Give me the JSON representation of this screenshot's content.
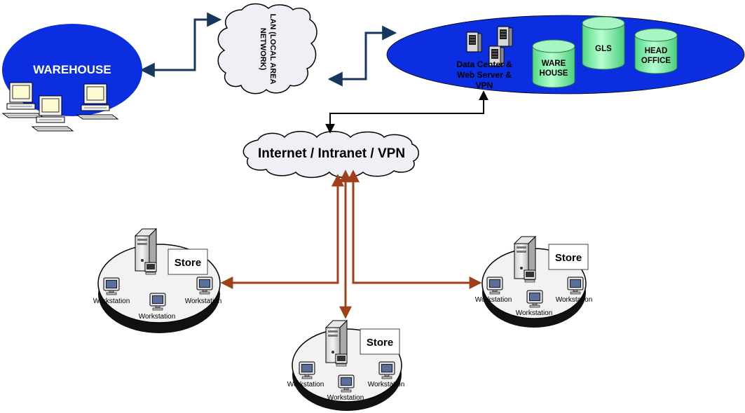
{
  "nodes": {
    "warehouse": {
      "label": "WAREHOUSE"
    },
    "lan": {
      "line1": "LAN (LOCAL AREA",
      "line2": "NETWORK)"
    },
    "datacenter": {
      "line1": "Data Center &",
      "line2": "Web Server &",
      "line3": "VPN"
    },
    "db_warehouse": {
      "line1": "WARE",
      "line2": "HOUSE"
    },
    "db_gls": {
      "label": "GLS"
    },
    "db_headoffice": {
      "line1": "HEAD",
      "line2": "OFFICE"
    },
    "internet": {
      "label": "Internet / Intranet / VPN"
    }
  },
  "stores": [
    {
      "label": "Store",
      "workstations": [
        "Workstation",
        "Workstation",
        "Workstation"
      ]
    },
    {
      "label": "Store",
      "workstations": [
        "Workstation",
        "Workstation",
        "Workstation"
      ]
    },
    {
      "label": "Store",
      "workstations": [
        "Workstation",
        "Workstation",
        "Workstation"
      ]
    }
  ],
  "colors": {
    "ellipse_blue": "#0b2fe0",
    "db_green": "#7df0a6",
    "link_navy": "#17375e",
    "link_brown": "#a0401a"
  }
}
